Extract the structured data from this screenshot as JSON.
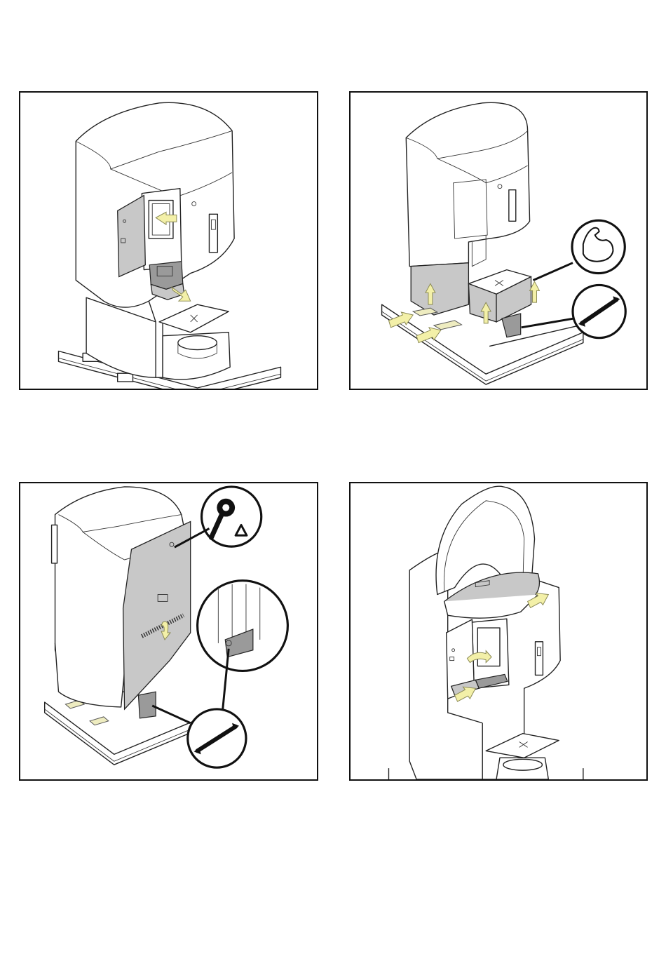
{
  "page": {
    "panels": [
      {
        "id": "panel-1",
        "step": "open-front-door-remove-tray"
      },
      {
        "id": "panel-2",
        "step": "lift-unit-off-pallet"
      },
      {
        "id": "panel-3",
        "step": "remove-side-panel"
      },
      {
        "id": "panel-4",
        "step": "open-lid-insert-parts"
      }
    ]
  },
  "icons": {
    "strength": "flexed-arm-icon",
    "wrench": "open-end-wrench-icon",
    "key": "triangle-key-icon",
    "arrow": "direction-arrow-icon"
  },
  "colors": {
    "arrow_fill": "#f3f0a8",
    "part_gray": "#c8c8c8",
    "outline": "#222222",
    "wood_block": "#eeecc0"
  }
}
